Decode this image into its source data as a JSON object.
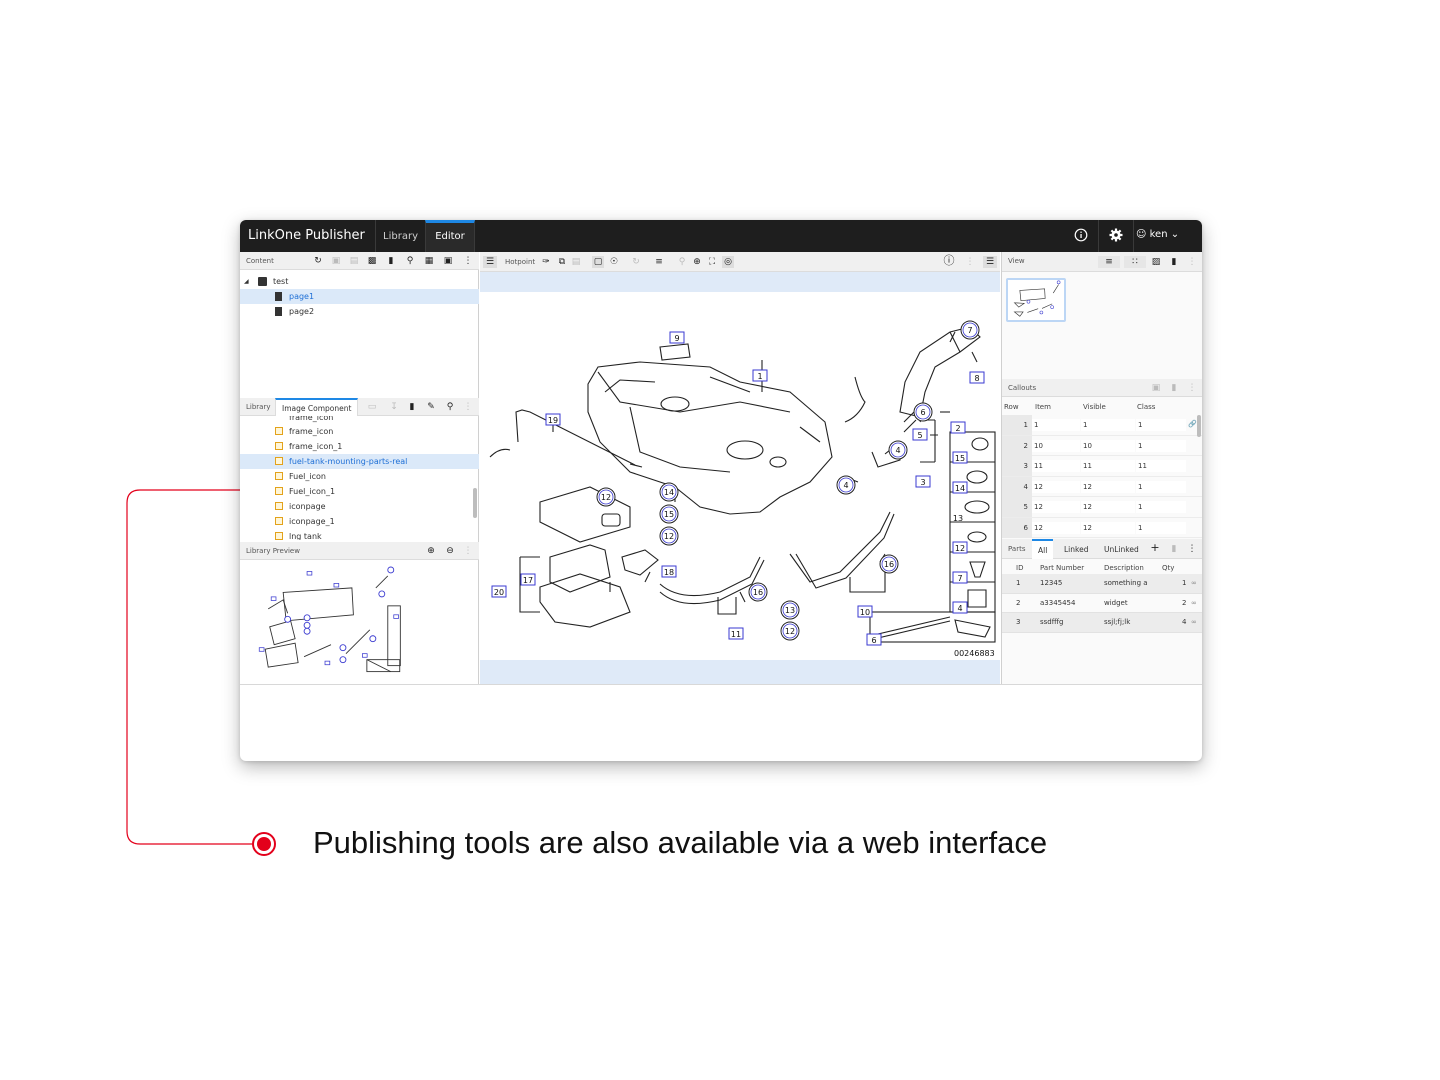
{
  "app": {
    "title": "LinkOne Publisher",
    "tabs": [
      {
        "label": "Library"
      },
      {
        "label": "Editor"
      }
    ],
    "user": "ken",
    "accent": "#1e88e5"
  },
  "content_panel": {
    "title": "Content",
    "tree": [
      {
        "label": "test"
      },
      {
        "label": "page1"
      },
      {
        "label": "page2"
      }
    ]
  },
  "library_panel": {
    "tab_library": "Library",
    "tab_image_component": "Image Component",
    "items": [
      {
        "label": "frame_icon"
      },
      {
        "label": "frame_icon"
      },
      {
        "label": "frame_icon_1"
      },
      {
        "label": "fuel-tank-mounting-parts-real"
      },
      {
        "label": "Fuel_icon"
      },
      {
        "label": "Fuel_icon_1"
      },
      {
        "label": "iconpage"
      },
      {
        "label": "iconpage_1"
      },
      {
        "label": "lng tank"
      }
    ]
  },
  "preview_panel": {
    "title": "Library Preview"
  },
  "editor": {
    "toolbar_title": "Hotpoint",
    "drawing_number": "00246883",
    "callouts": [
      "9",
      "1",
      "7",
      "8",
      "19",
      "6",
      "5",
      "2",
      "4",
      "3",
      "14",
      "15",
      "12",
      "12",
      "4",
      "15",
      "14",
      "13",
      "12",
      "7",
      "4",
      "18",
      "17",
      "20",
      "16",
      "16",
      "13",
      "12",
      "11",
      "10",
      "6"
    ]
  },
  "view_panel": {
    "title": "View"
  },
  "callouts_panel": {
    "title": "Callouts",
    "columns": [
      "Row",
      "Item",
      "Visible",
      "Class"
    ],
    "rows": [
      {
        "row": "1",
        "item": "1",
        "visible": "1",
        "class": "1"
      },
      {
        "row": "2",
        "item": "10",
        "visible": "10",
        "class": "1"
      },
      {
        "row": "3",
        "item": "11",
        "visible": "11",
        "class": "11"
      },
      {
        "row": "4",
        "item": "12",
        "visible": "12",
        "class": "1"
      },
      {
        "row": "5",
        "item": "12",
        "visible": "12",
        "class": "1"
      },
      {
        "row": "6",
        "item": "12",
        "visible": "12",
        "class": "1"
      }
    ]
  },
  "parts_panel": {
    "title": "Parts",
    "tabs": [
      "All",
      "Linked",
      "UnLinked"
    ],
    "columns": [
      "ID",
      "Part Number",
      "Description",
      "Qty"
    ],
    "rows": [
      {
        "id": "1",
        "part": "12345",
        "desc": "something a",
        "qty": "1"
      },
      {
        "id": "2",
        "part": "a3345454",
        "desc": "widget",
        "qty": "2"
      },
      {
        "id": "3",
        "part": "ssdfffg",
        "desc": "ssjl;fj;lk",
        "qty": "4"
      }
    ]
  },
  "caption": "Publishing tools are also available via a web interface",
  "annotation_color": "#e3001b"
}
